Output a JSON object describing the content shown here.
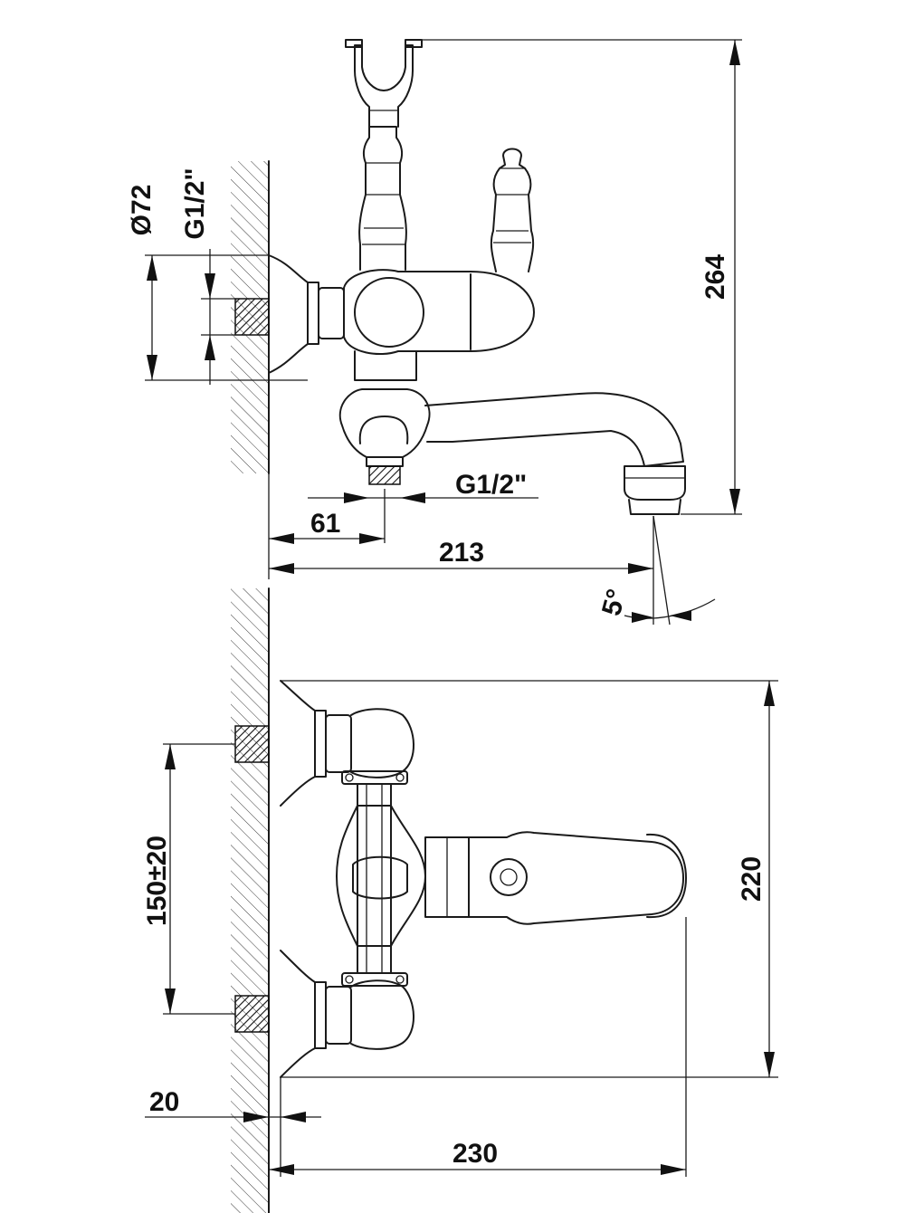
{
  "dimensions": {
    "diameter_flange": "Ø72",
    "thread_inlet": "G1/2\"",
    "height_total": "264",
    "thread_outlet": "G1/2\"",
    "outlet_offset": "61",
    "spout_reach": "213",
    "spout_angle": "5°",
    "inlet_spacing": "150±20",
    "front_height": "220",
    "wall_offset": "20",
    "total_width": "230"
  },
  "colors": {
    "line": "#1a1a1a",
    "background": "#ffffff"
  }
}
